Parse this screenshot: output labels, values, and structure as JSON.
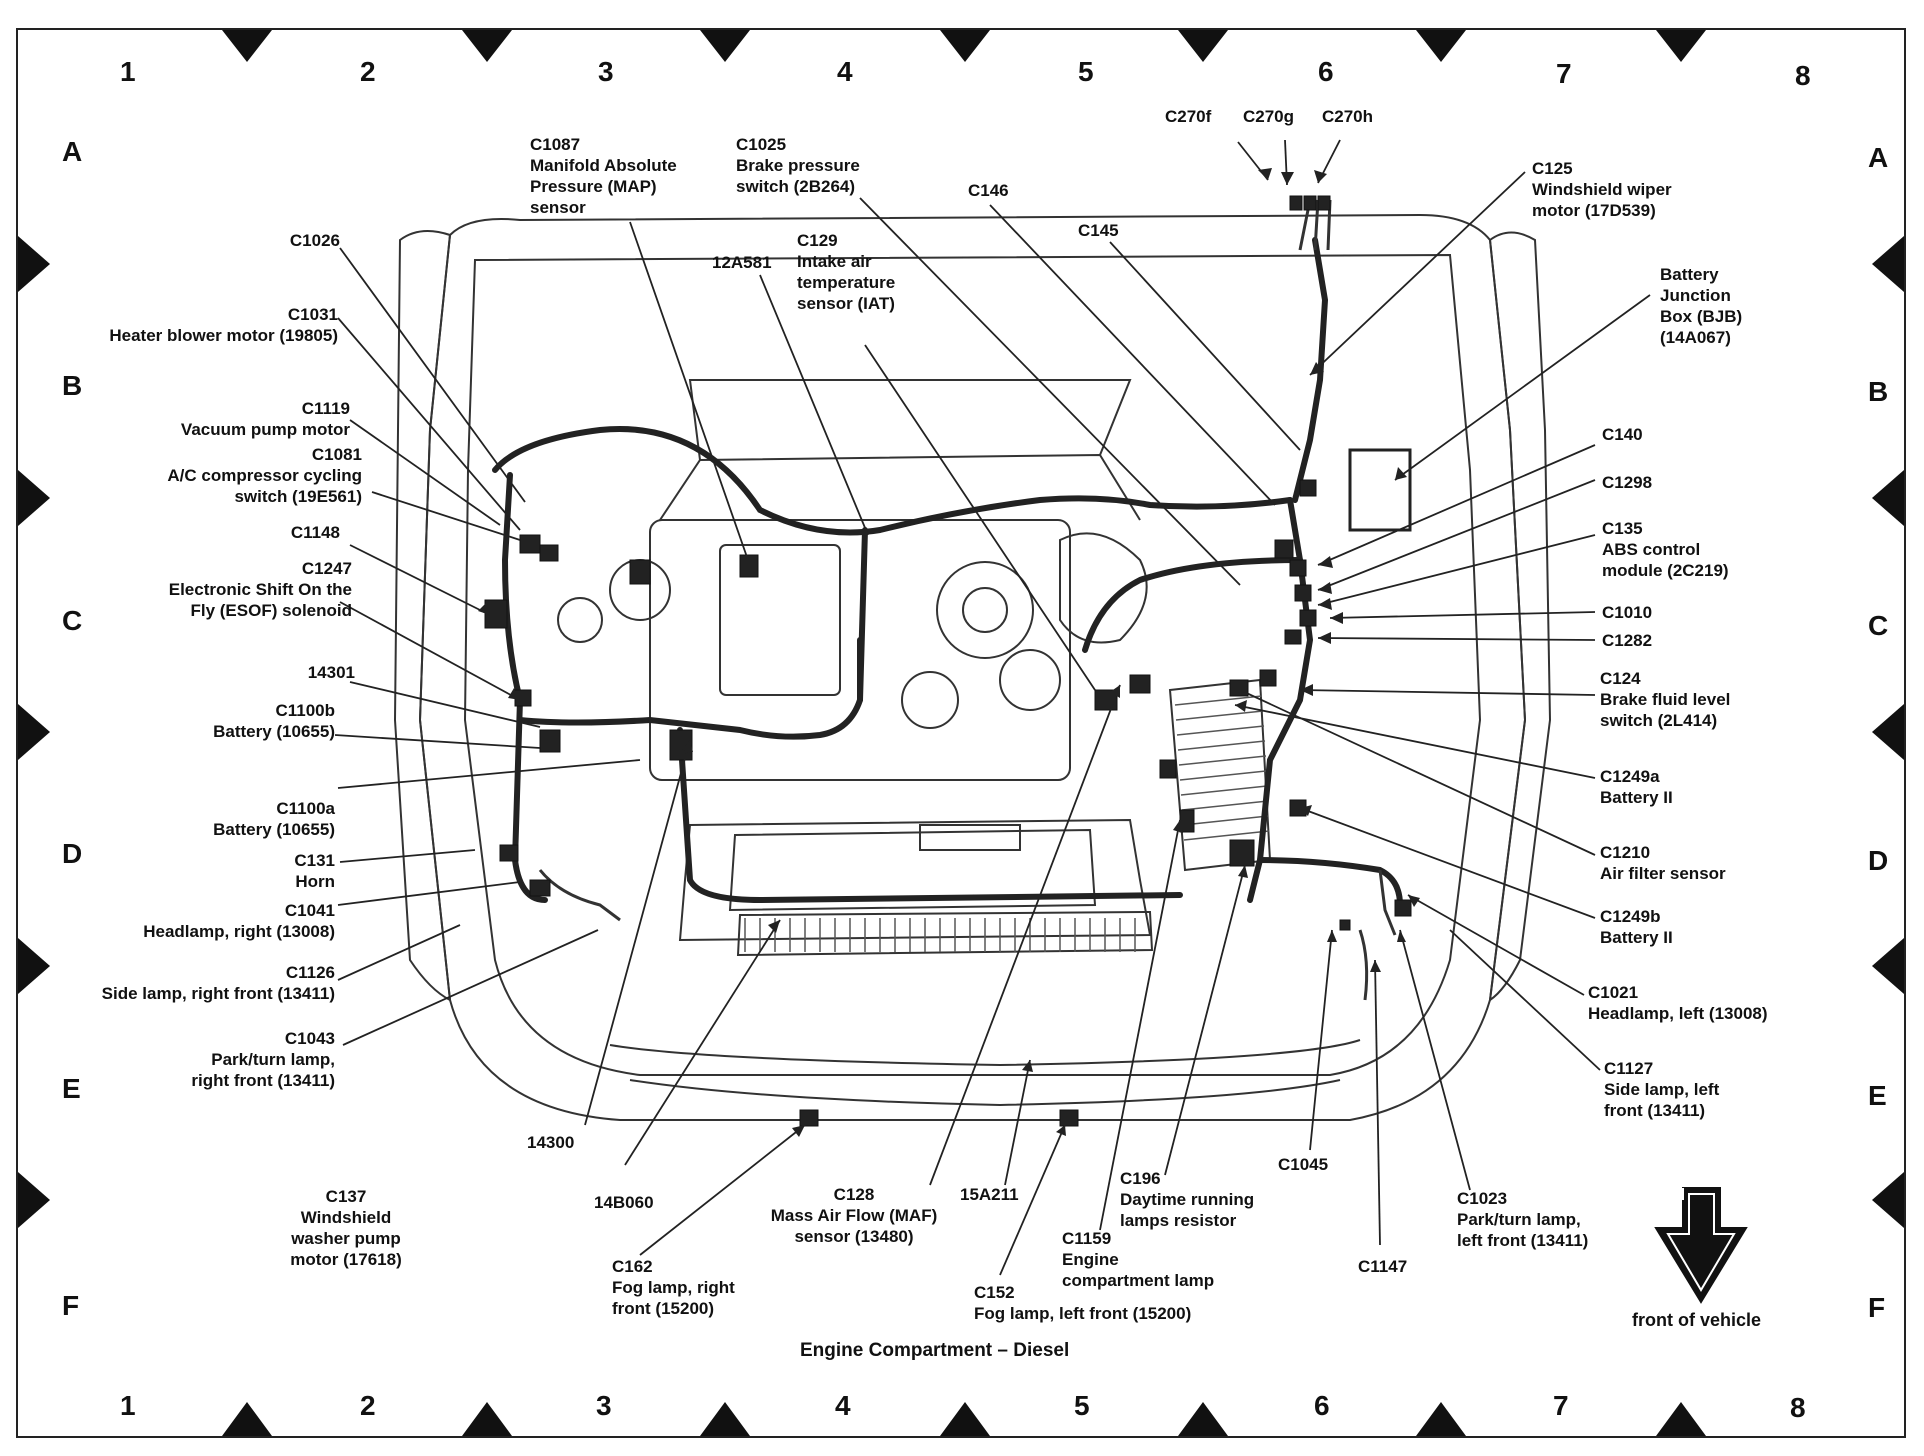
{
  "grid": {
    "columns": [
      "1",
      "2",
      "3",
      "4",
      "5",
      "6",
      "7",
      "8"
    ],
    "rows": [
      "A",
      "B",
      "C",
      "D",
      "E",
      "F"
    ]
  },
  "caption": "Engine Compartment – Diesel",
  "front_label": "front of vehicle",
  "labels": {
    "c270f": "C270f",
    "c270g": "C270g",
    "c270h": "C270h",
    "c1087": "C1087\nManifold Absolute\nPressure (MAP)\nsensor",
    "c1025": "C1025\nBrake pressure\nswitch (2B264)",
    "c146": "C146",
    "c145": "C145",
    "c125": "C125\nWindshield wiper\nmotor (17D539)",
    "bjb": "Battery\nJunction\nBox (BJB)\n(14A067)",
    "c129": "C129\nIntake air\ntemperature\nsensor (IAT)",
    "n12a581": "12A581",
    "c1026": "C1026",
    "c1031": "C1031\nHeater blower motor (19805)",
    "c1119": "C1119\nVacuum pump motor",
    "c1081": "C1081\nA/C compressor cycling\nswitch (19E561)",
    "c1148": "C1148",
    "c1247": "C1247\nElectronic Shift On the\nFly (ESOF) solenoid",
    "n14301": "14301",
    "c1100b": "C1100b\nBattery (10655)",
    "c1100a": "C1100a\nBattery (10655)",
    "c131": "C131\nHorn",
    "c1041": "C1041\nHeadlamp, right (13008)",
    "c1126": "C1126\nSide lamp, right front (13411)",
    "c1043": "C1043\nPark/turn lamp,\nright front (13411)",
    "c140": "C140",
    "c1298": "C1298",
    "c135": "C135\nABS control\nmodule (2C219)",
    "c1010": "C1010",
    "c1282": "C1282",
    "c124": "C124\nBrake fluid level\nswitch (2L414)",
    "c1249a": "C1249a\nBattery II",
    "c1210": "C1210\nAir filter sensor",
    "c1249b": "C1249b\nBattery II",
    "c1021": "C1021\nHeadlamp, left (13008)",
    "c1127": "C1127\nSide lamp, left\nfront (13411)",
    "c1023": "C1023\nPark/turn lamp,\nleft front (13411)",
    "c1045": "C1045",
    "c1147": "C1147",
    "c196": "C196\nDaytime running\nlamps resistor",
    "c1159": "C1159\nEngine\ncompartment lamp",
    "c152": "C152\nFog lamp, left front (15200)",
    "n15a211": "15A211",
    "c128": "C128\nMass Air Flow (MAF)\nsensor (13480)",
    "c162": "C162\nFog lamp, right\nfront (15200)",
    "n14b060": "14B060",
    "n14300": "14300",
    "c137": "C137\nWindshield\nwasher pump\nmotor (17618)"
  }
}
